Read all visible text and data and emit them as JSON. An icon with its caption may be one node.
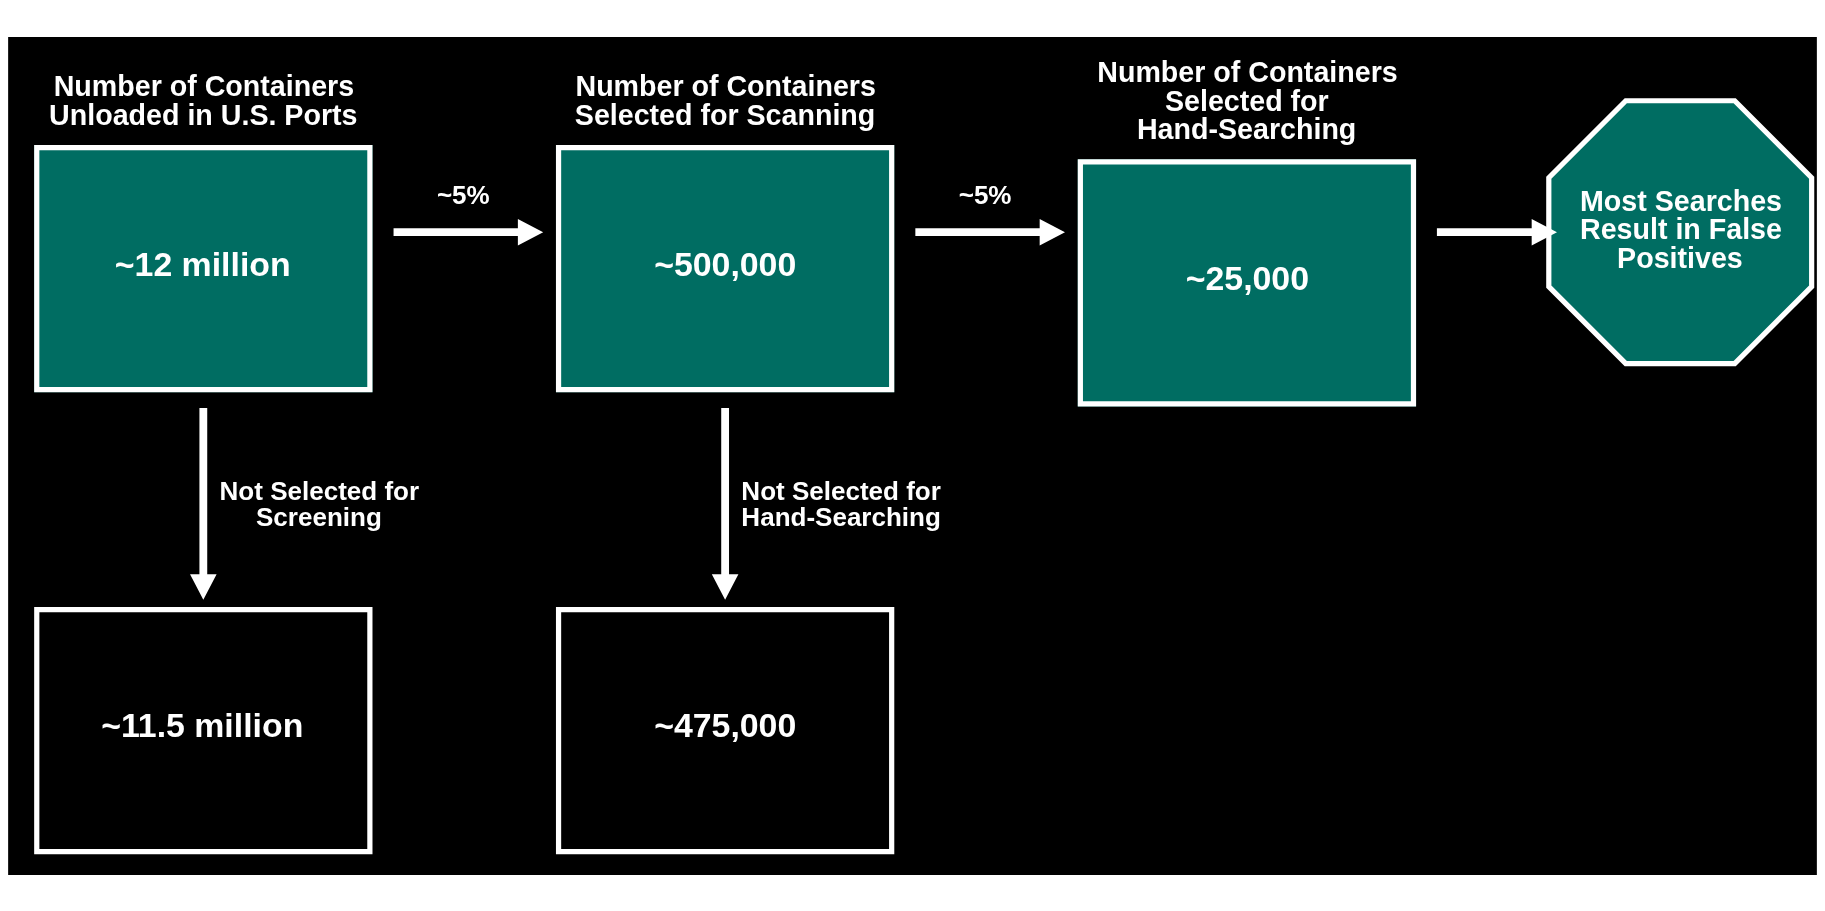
{
  "diagram": {
    "nodes": [
      {
        "text": [
          "Number of Containers Unloaded in U.S. Ports",
          "~12 million"
        ]
      },
      {
        "text": [
          "Number of Containers Selected for Scanning",
          "~500,000"
        ]
      },
      {
        "text": [
          "Number of Containers Selected for Hand-Searching",
          "~25,000"
        ]
      },
      {
        "text": [
          "Most Searches Result in False Positives"
        ]
      },
      {
        "text": [
          "~11.5 million"
        ]
      },
      {
        "text": [
          "~475,000"
        ]
      }
    ],
    "edges": [
      {
        "from": 0,
        "to": 1,
        "arrow": "to",
        "label": "~5%"
      },
      {
        "from": 1,
        "to": 2,
        "arrow": "to",
        "label": "~5%"
      },
      {
        "from": 2,
        "to": 3,
        "arrow": "to"
      },
      {
        "from": 0,
        "to": 4,
        "arrow": "to",
        "label": "Not Selected for Screening"
      },
      {
        "from": 1,
        "to": 5,
        "arrow": "to",
        "label": "Not Selected for Hand-Searching"
      }
    ]
  }
}
